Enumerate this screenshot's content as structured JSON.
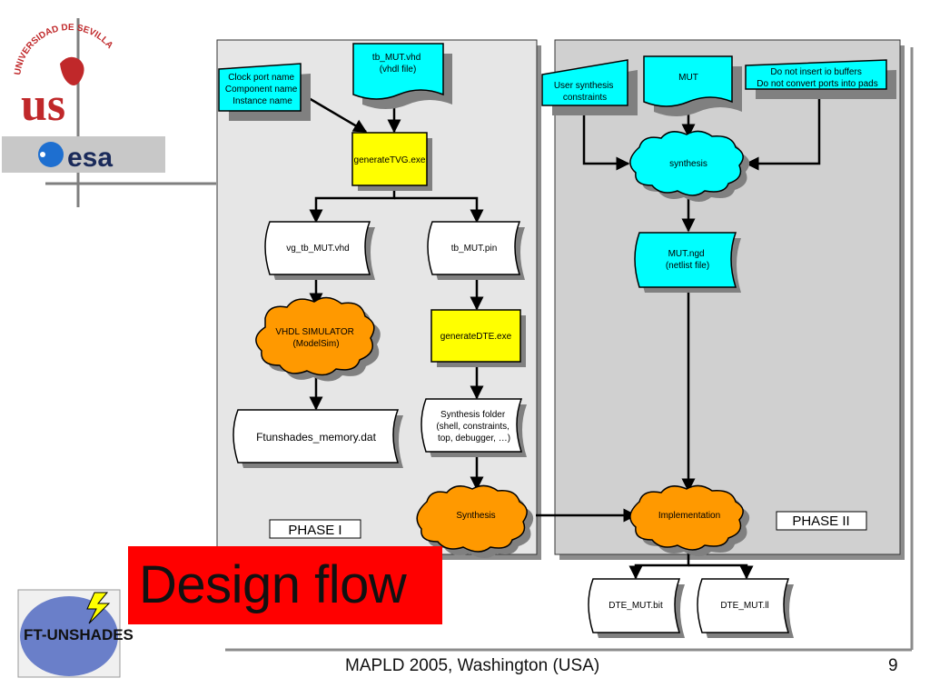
{
  "slide": {
    "title": "Design flow",
    "footer": "MAPLD 2005, Washington (USA)",
    "page_number": "9"
  },
  "logos": {
    "university_text": "UNIVERSIDAD DE SEVILLA",
    "university_letters": "us",
    "agency": "esa",
    "project": "FT-UNSHADES"
  },
  "phases": {
    "phase1": "PHASE I",
    "phase2": "PHASE II"
  },
  "nodes": {
    "clock_port": [
      "Clock port name",
      "Component name",
      "Instance name"
    ],
    "tb_mut": [
      "tb_MUT.vhd",
      "(vhdl file)"
    ],
    "generate_tvg": "generateTVG.exe",
    "vg_tb_mut": "vg_tb_MUT.vhd",
    "tb_mut_pin": "tb_MUT.pin",
    "vhdl_simulator": [
      "VHDL SIMULATOR",
      "(ModelSim)"
    ],
    "generate_dte": "generateDTE.exe",
    "ftunshades_memory": "Ftunshades_memory.dat",
    "synthesis_folder": [
      "Synthesis folder",
      "(shell, constraints,",
      "top, debugger, …)"
    ],
    "synthesis_left": "Synthesis",
    "user_constraints": [
      "User synthesis",
      "constraints"
    ],
    "mut": "MUT",
    "do_not_insert": [
      "Do not insert io buffers",
      "Do not convert ports into pads"
    ],
    "synthesis_right": "synthesis",
    "mut_ngd": [
      "MUT.ngd",
      "(netlist file)"
    ],
    "implementation": "Implementation",
    "dte_bit": "DTE_MUT.bit",
    "dte_ll": "DTE_MUT.ll"
  },
  "colors": {
    "cyan": "#00ffff",
    "yellow": "#ffff00",
    "orange": "#ff9900",
    "panel_gray": "#e6e6e6",
    "title_red": "#ff0000"
  }
}
